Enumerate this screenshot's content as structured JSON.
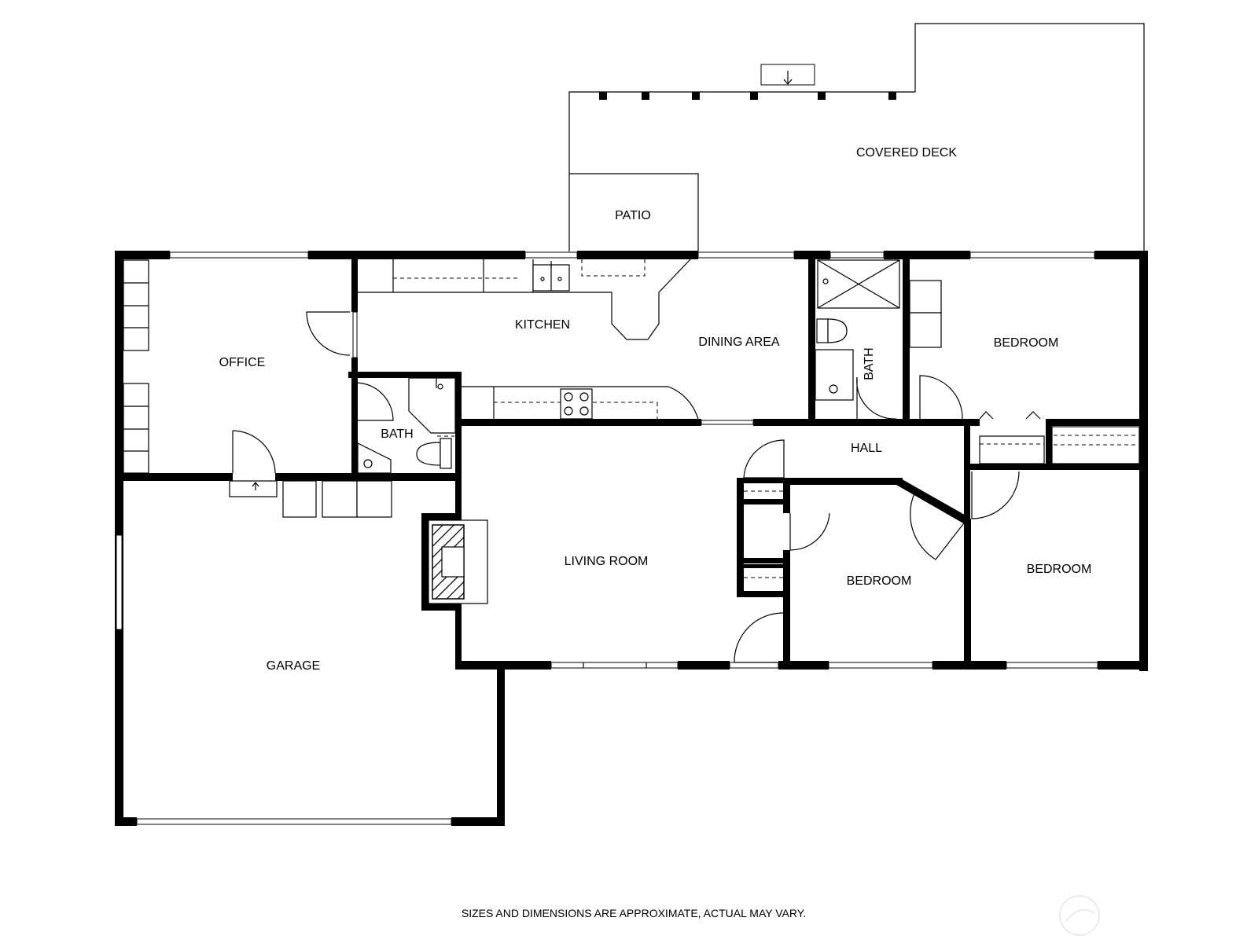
{
  "rooms": {
    "covered_deck": "COVERED DECK",
    "patio": "PATIO",
    "office": "OFFICE",
    "kitchen": "KITCHEN",
    "dining_area": "DINING AREA",
    "bath_upper": "BATH",
    "bath_office": "BATH",
    "bedroom_ne": "BEDROOM",
    "hall": "HALL",
    "living_room": "LIVING ROOM",
    "bedroom_center": "BEDROOM",
    "bedroom_se": "BEDROOM",
    "garage": "GARAGE"
  },
  "disclaimer": "SIZES AND DIMENSIONS ARE APPROXIMATE, ACTUAL MAY VARY.",
  "colors": {
    "wall": "#000000",
    "background": "#ffffff"
  },
  "icons": [
    "fireplace-icon",
    "stove-icon",
    "sink-icon",
    "toilet-icon",
    "shower-icon",
    "watermark-logo-icon"
  ]
}
